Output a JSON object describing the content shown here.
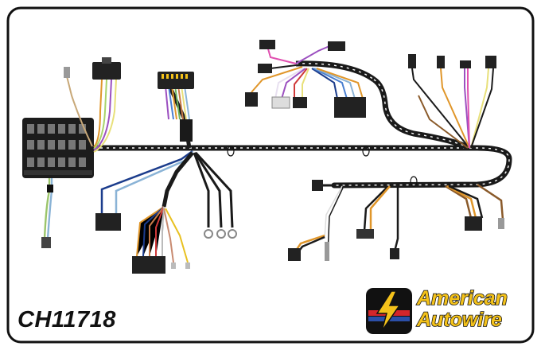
{
  "part_number": "CH11718",
  "brand": {
    "line1": "American",
    "line2": "Autowire"
  },
  "colors": {
    "frame": "#111111",
    "wrap": "#1a1a1a",
    "wrap_stripe": "#ffffff",
    "logo_yellow": "#f4c21a",
    "logo_red": "#d4262b",
    "logo_blue": "#2b4fa8"
  },
  "icons": {
    "fuse_block": "fuse-block-icon",
    "logo": "lightning-bolt-logo-icon"
  }
}
